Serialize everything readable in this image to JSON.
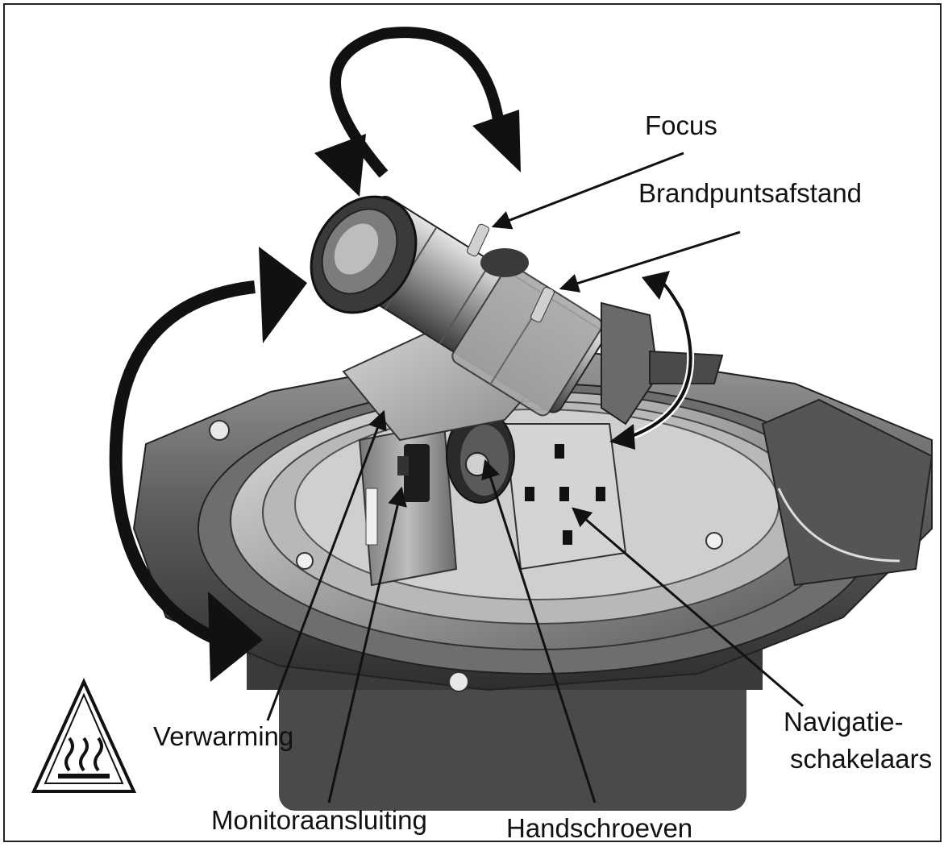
{
  "labels": {
    "focus": "Focus",
    "brandpuntsafstand": "Brandpuntsafstand",
    "verwarming": "Verwarming",
    "monitoraansluiting": "Monitoraansluiting",
    "handschroeven": "Handschroeven",
    "navigatie_line1": "Navigatie-",
    "navigatie_line2": "schakelaars"
  },
  "icons": {
    "rotation_top": "curved-double-arrow-icon",
    "rotation_left": "curved-double-arrow-icon",
    "rotation_right": "curved-double-arrow-icon",
    "warning": "hot-surface-warning-icon"
  },
  "colors": {
    "ink": "#111111",
    "metal_dark": "#3a3a3a",
    "metal_mid": "#8a8a8a",
    "metal_light": "#d8d8d8"
  }
}
